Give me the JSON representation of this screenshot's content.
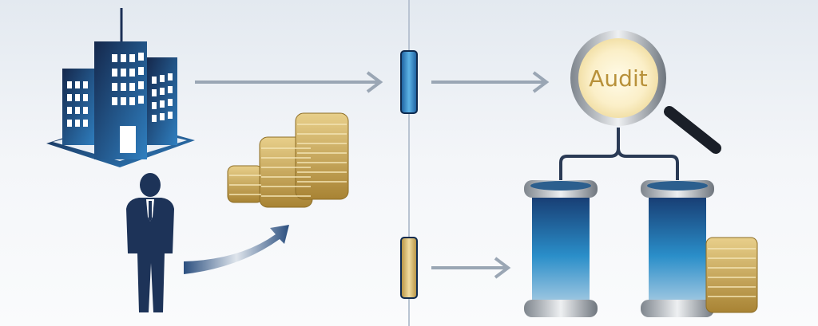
{
  "diagram": {
    "lens_label": "Audit",
    "nodes": [
      {
        "id": "company",
        "icon": "building-icon"
      },
      {
        "id": "person",
        "icon": "businessman-icon"
      },
      {
        "id": "coins",
        "icon": "coin-stacks-icon"
      },
      {
        "id": "blue-capsule",
        "icon": "blue-cylinder-icon"
      },
      {
        "id": "gold-capsule",
        "icon": "gold-cylinder-icon"
      },
      {
        "id": "audit",
        "icon": "magnifying-glass-icon"
      },
      {
        "id": "vault-left",
        "icon": "vault-cylinder-icon"
      },
      {
        "id": "vault-right",
        "icon": "vault-cylinder-icon"
      },
      {
        "id": "coins-small",
        "icon": "coin-stack-icon"
      }
    ],
    "colors": {
      "navy": "#1b2f55",
      "blue": "#2a7fc0",
      "gold": "#c9a44e",
      "arrow": "#9aa6b4",
      "divider": "#b9c4d2"
    }
  }
}
